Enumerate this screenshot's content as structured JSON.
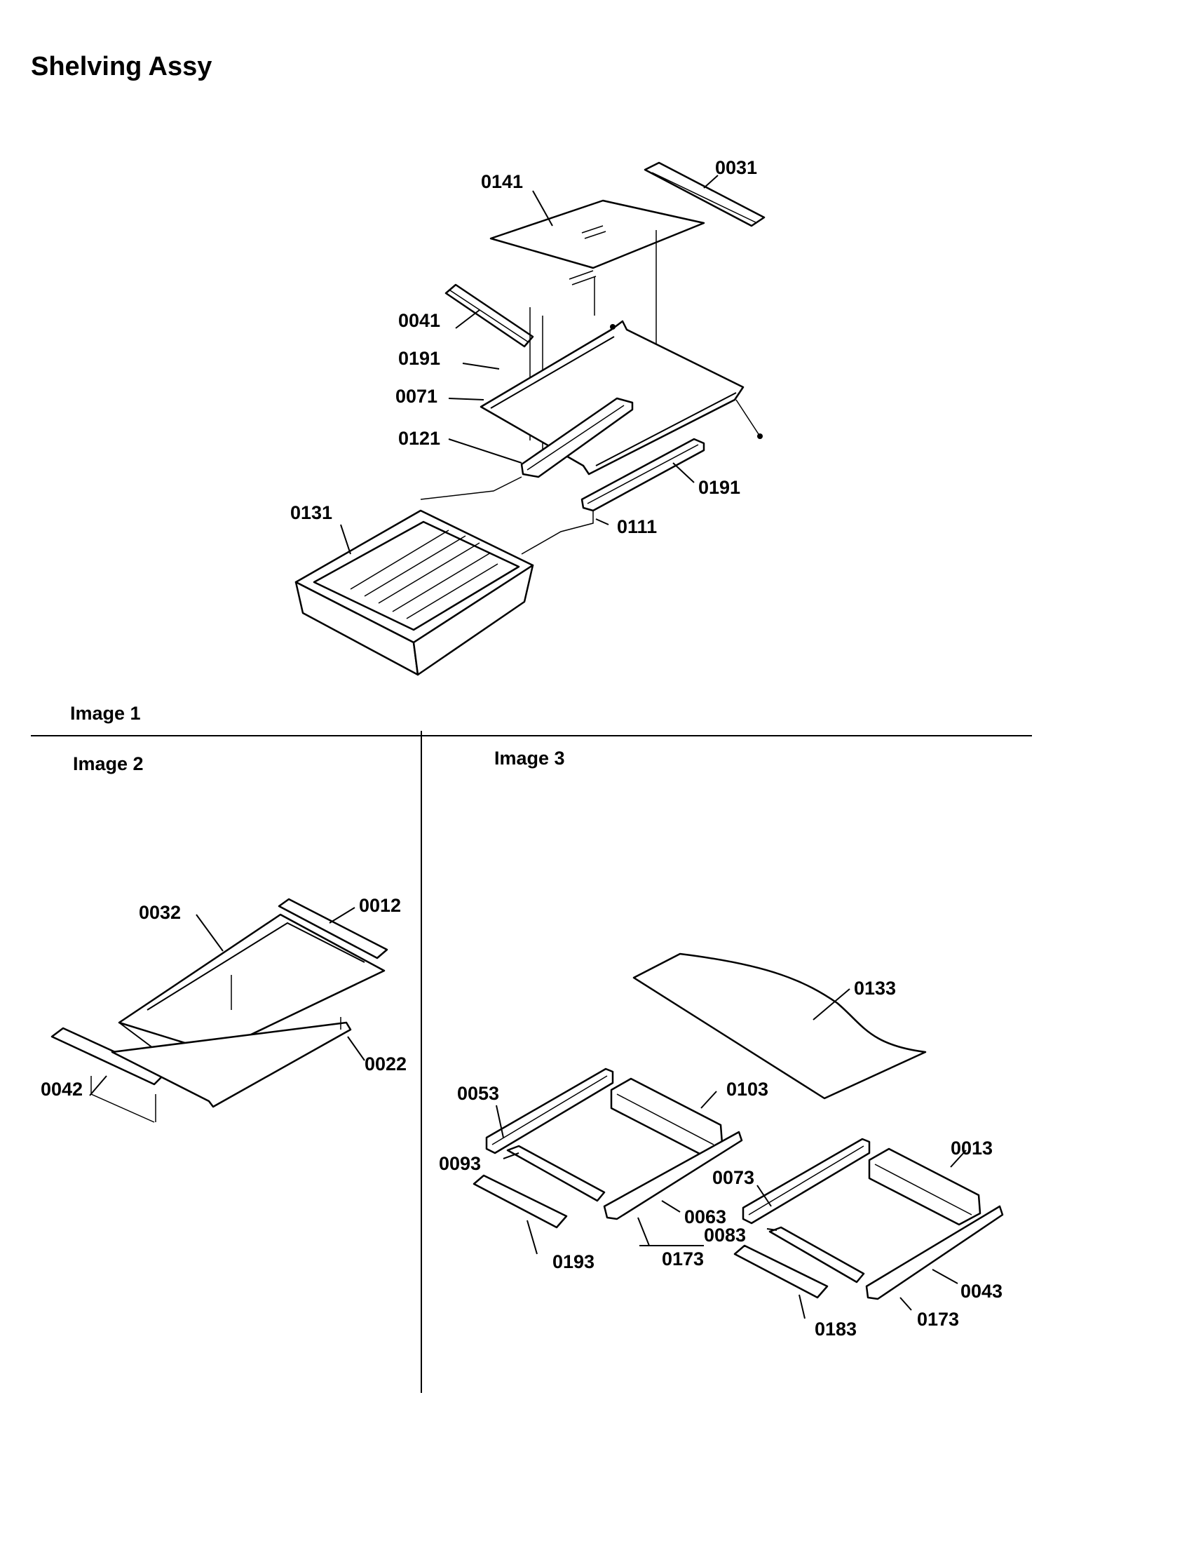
{
  "page_title": "Shelving Assy",
  "panels": {
    "image1": "Image 1",
    "image2": "Image 2",
    "image3": "Image 3"
  },
  "callouts": {
    "p0031": "0031",
    "p0141": "0141",
    "p0041": "0041",
    "p0191a": "0191",
    "p0071": "0071",
    "p0121": "0121",
    "p0191b": "0191",
    "p0131": "0131",
    "p0111": "0111",
    "p0032": "0032",
    "p0012": "0012",
    "p0022": "0022",
    "p0042": "0042",
    "p0133": "0133",
    "p0053": "0053",
    "p0103": "0103",
    "p0093": "0093",
    "p0063": "0063",
    "p0193": "0193",
    "p0173a": "0173",
    "p0013": "0013",
    "p0073": "0073",
    "p0083": "0083",
    "p0043": "0043",
    "p0173b": "0173",
    "p0183": "0183"
  }
}
